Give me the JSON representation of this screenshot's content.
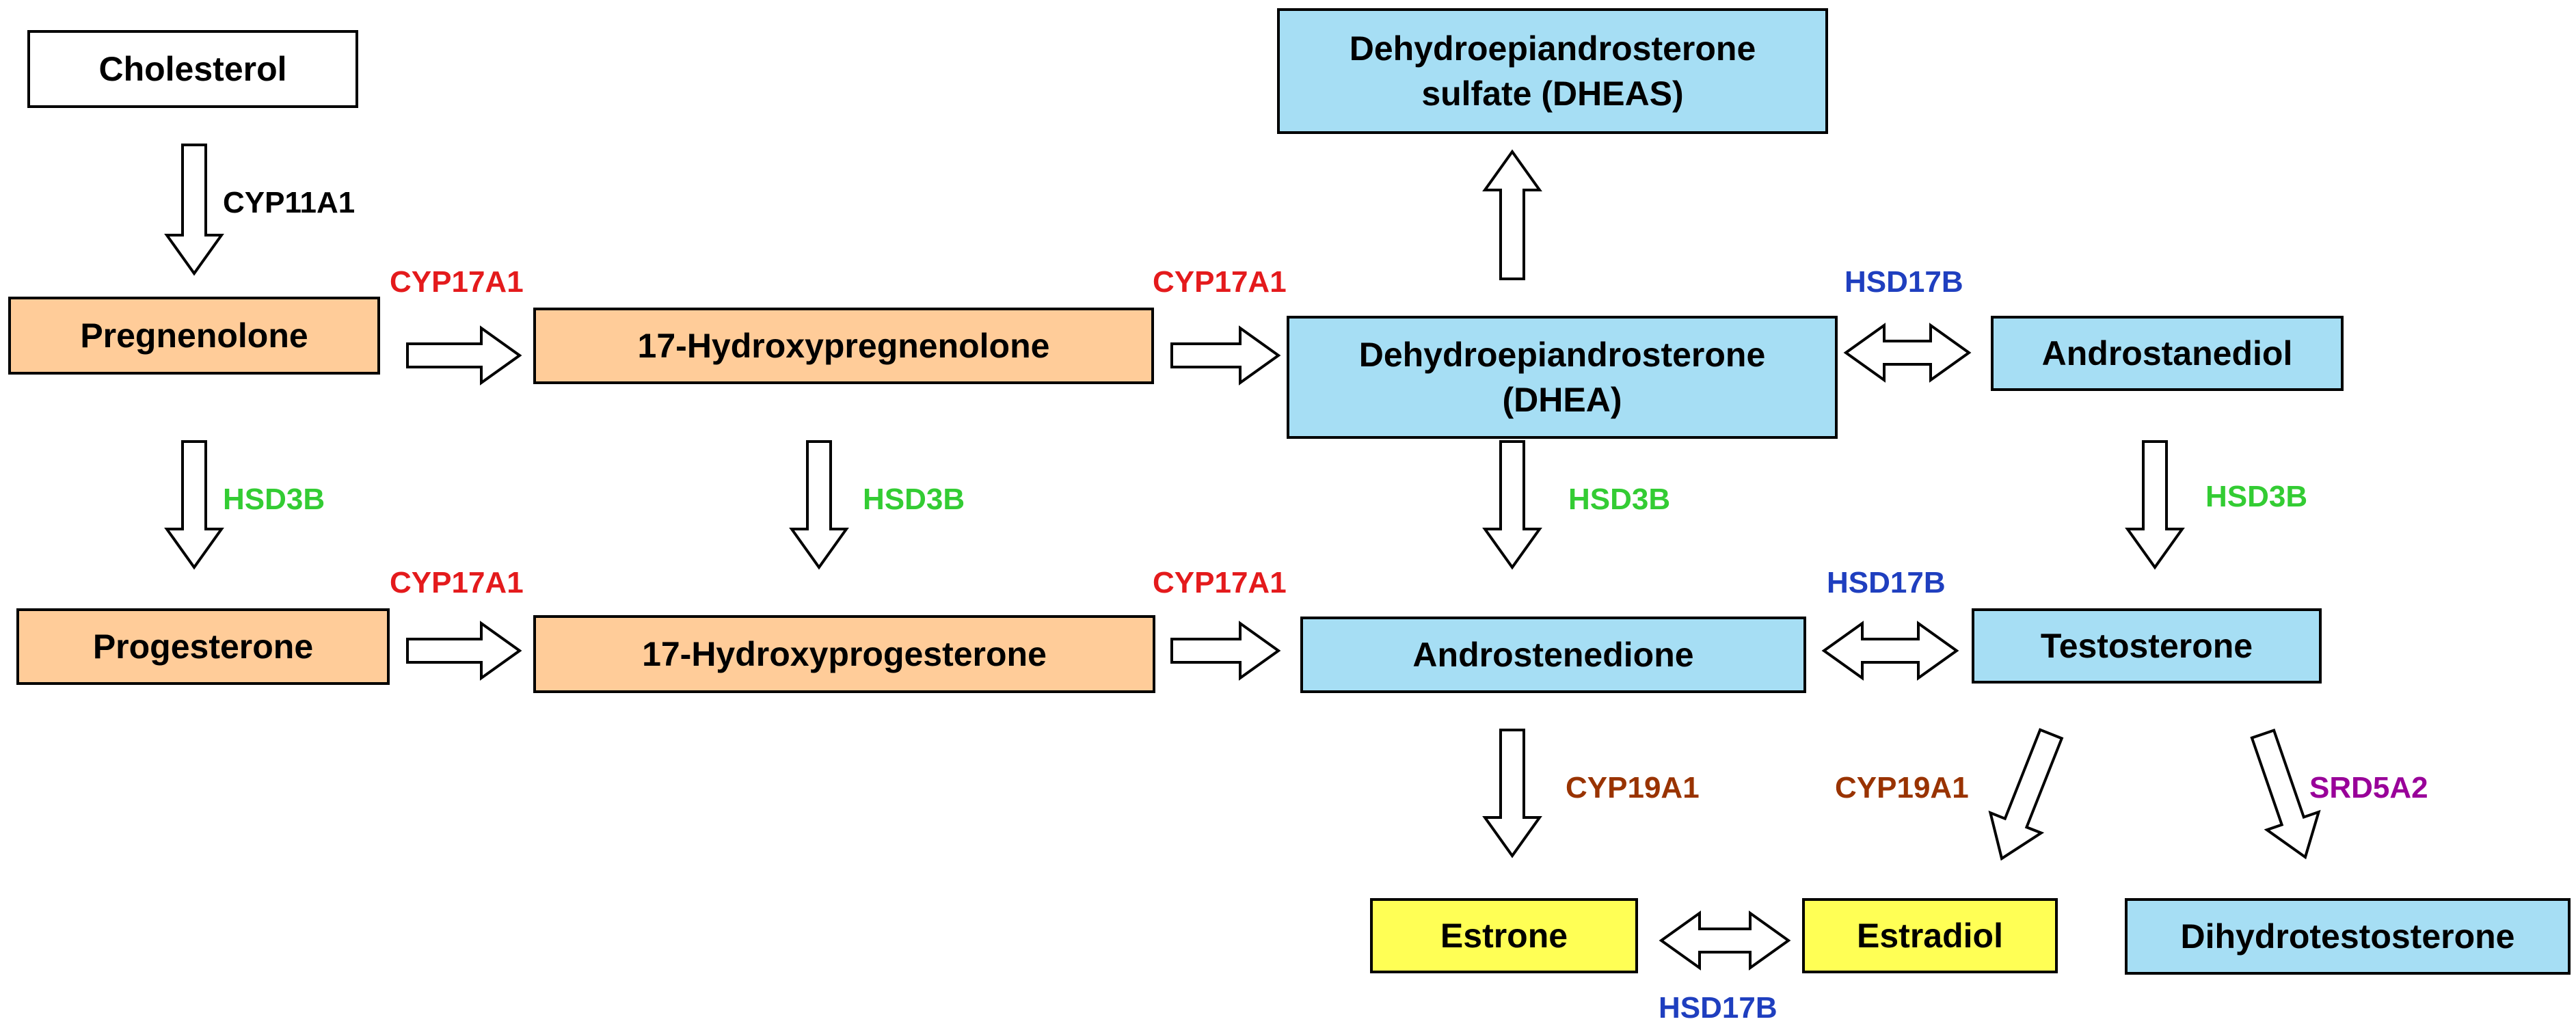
{
  "colors": {
    "orange_box": "#FFCC99",
    "blue_box": "#A6DEF4",
    "yellow_box": "#FFFF55",
    "white_box": "#FFFFFF",
    "red_enzyme": "#E41A1C",
    "green_enzyme": "#33CC33",
    "blue_enzyme": "#1F3FBF",
    "brown_enzyme": "#993300",
    "purple_enzyme": "#990099",
    "black_enzyme": "#000000"
  },
  "nodes": {
    "cholesterol": "Cholesterol",
    "pregnenolone": "Pregnenolone",
    "hydroxypregnenolone": "17-Hydroxypregnenolone",
    "dhea_line1": "Dehydroepiandrosterone",
    "dhea_line2": "(DHEA)",
    "dheas_line1": "Dehydroepiandrosterone",
    "dheas_line2": "sulfate (DHEAS)",
    "androstanediol": "Androstanediol",
    "progesterone": "Progesterone",
    "hydroxyprogesterone": "17-Hydroxyprogesterone",
    "androstenedione": "Androstenedione",
    "testosterone": "Testosterone",
    "estrone": "Estrone",
    "estradiol": "Estradiol",
    "dihydrotestosterone": "Dihydrotestosterone"
  },
  "enzymes": {
    "cyp11a1": "CYP11A1",
    "cyp17a1_1": "CYP17A1",
    "cyp17a1_2": "CYP17A1",
    "cyp17a1_3": "CYP17A1",
    "cyp17a1_4": "CYP17A1",
    "hsd17b_1": "HSD17B",
    "hsd17b_2": "HSD17B",
    "hsd17b_3": "HSD17B",
    "hsd3b_1": "HSD3B",
    "hsd3b_2": "HSD3B",
    "hsd3b_3": "HSD3B",
    "hsd3b_4": "HSD3B",
    "cyp19a1_1": "CYP19A1",
    "cyp19a1_2": "CYP19A1",
    "srd5a2": "SRD5A2"
  }
}
